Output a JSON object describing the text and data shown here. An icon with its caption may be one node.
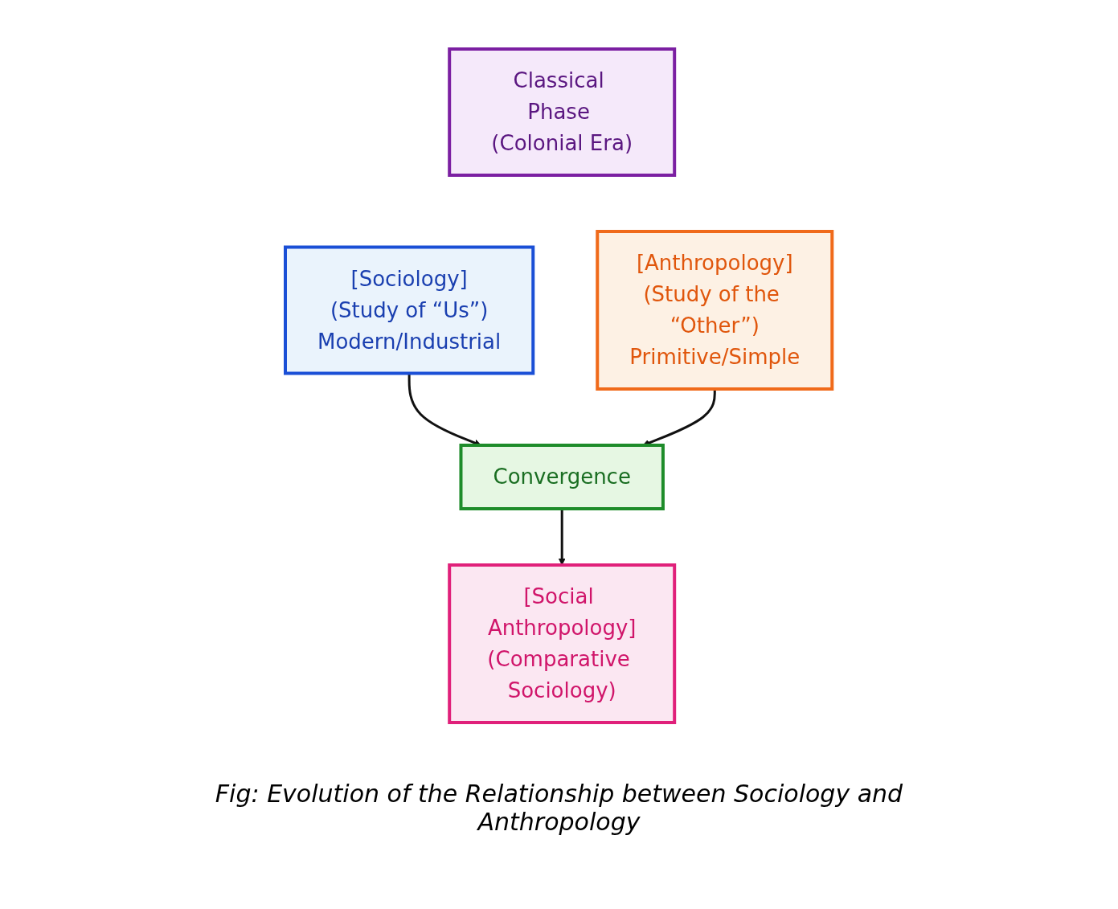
{
  "diagram": {
    "caption": "Fig: Evolution of the Relationship between Sociology and Anthropology",
    "nodes": [
      {
        "text": [
          "Classical Phase (Colonial Era)"
        ]
      },
      {
        "text": [
          "[Sociology]",
          "(Study of “Us”)",
          "Modern/Industrial"
        ]
      },
      {
        "text": [
          "[Anthropology]",
          "(Study of the “Other”)",
          "Primitive/Simple"
        ]
      },
      {
        "text": [
          "Convergence"
        ]
      },
      {
        "text": [
          "[Social Anthropology]",
          "(Comparative Sociology)"
        ]
      }
    ],
    "edges": [
      {
        "from": 1,
        "to": 3,
        "arrow": "to"
      },
      {
        "from": 2,
        "to": 3,
        "arrow": "to"
      },
      {
        "from": 3,
        "to": 4,
        "arrow": "to"
      }
    ]
  }
}
